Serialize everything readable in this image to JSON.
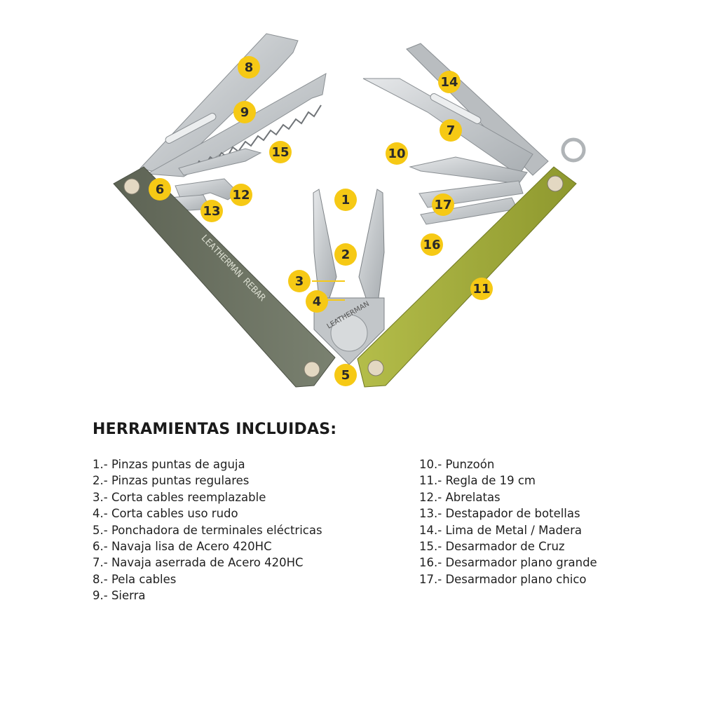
{
  "heading": "HERRAMIENTAS INCLUIDAS:",
  "handle_text": "LEATHERMAN REBAR",
  "pivot_text": "LEATHERMAN",
  "colors": {
    "badge": "#f6c915",
    "handle_left": "#6b7260",
    "handle_right": "#a4ae3c",
    "steel": "#cfd2d4"
  },
  "badges": [
    "1",
    "2",
    "3",
    "4",
    "5",
    "6",
    "7",
    "8",
    "9",
    "10",
    "11",
    "12",
    "13",
    "14",
    "15",
    "16",
    "17"
  ],
  "tools_left": [
    "1.- Pinzas puntas de aguja",
    "2.- Pinzas puntas regulares",
    "3.- Corta cables reemplazable",
    "4.- Corta cables uso rudo",
    "5.- Ponchadora de terminales eléctricas",
    "6.- Navaja lisa de Acero 420HC",
    "7.- Navaja aserrada de Acero 420HC",
    "8.- Pela cables",
    "9.- Sierra"
  ],
  "tools_right": [
    "10.- Punzoón",
    "11.- Regla de 19 cm",
    "12.- Abrelatas",
    "13.- Destapador de botellas",
    "14.- Lima de Metal / Madera",
    "15.- Desarmador de Cruz",
    "16.- Desarmador plano grande",
    "17.- Desarmador plano chico"
  ]
}
